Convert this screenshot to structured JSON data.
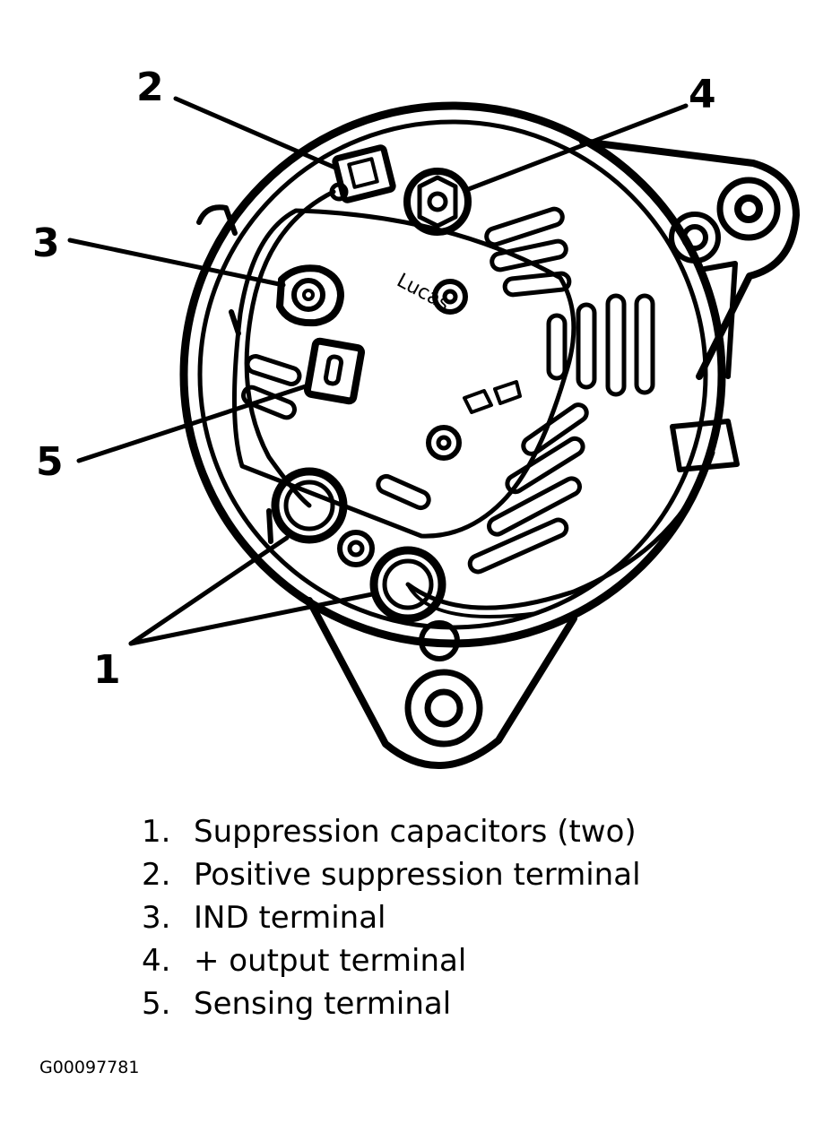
{
  "callouts": [
    {
      "id": "1",
      "label": "1"
    },
    {
      "id": "2",
      "label": "2"
    },
    {
      "id": "3",
      "label": "3"
    },
    {
      "id": "4",
      "label": "4"
    },
    {
      "id": "5",
      "label": "5"
    }
  ],
  "nameplate": "Lucas",
  "legend": [
    {
      "number": "1.",
      "text": "Suppression capacitors (two)"
    },
    {
      "number": "2.",
      "text": "Positive suppression terminal"
    },
    {
      "number": "3.",
      "text": "IND terminal"
    },
    {
      "number": "4.",
      "text": "+ output terminal"
    },
    {
      "number": "5.",
      "text": "Sensing terminal"
    }
  ],
  "figure_id": "G00097781"
}
